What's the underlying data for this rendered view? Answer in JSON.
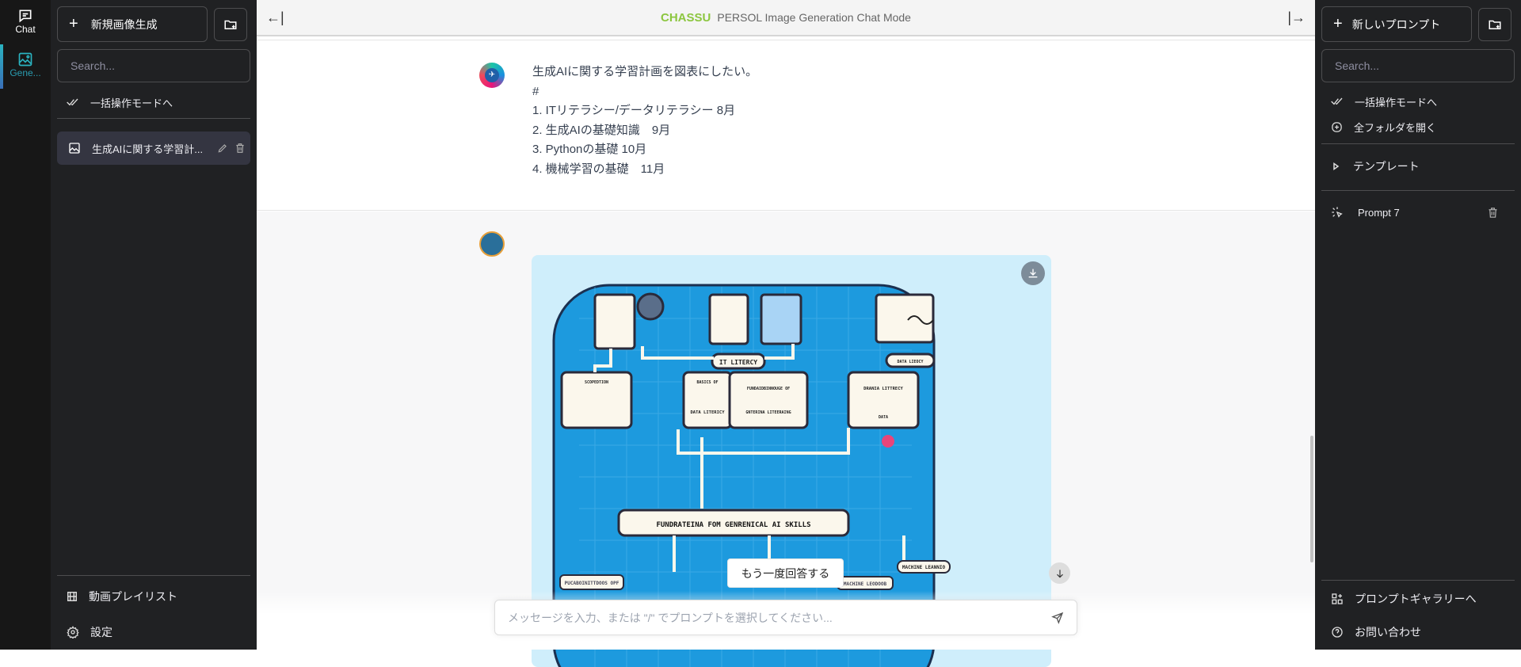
{
  "rail": {
    "items": [
      {
        "label": "Chat",
        "icon": "chat-icon"
      },
      {
        "label": "Gene...",
        "icon": "image-icon",
        "active": true
      }
    ]
  },
  "left_sidebar": {
    "new_button": "新規画像生成",
    "search_placeholder": "Search...",
    "bulk_mode": "一括操作モードへ",
    "conversations": [
      {
        "title": "生成AIに関する学習計..."
      }
    ],
    "footer": {
      "playlist": "動画プレイリスト",
      "settings": "設定"
    }
  },
  "header": {
    "brand": "CHASSU",
    "title": "PERSOL Image Generation Chat Mode"
  },
  "messages": {
    "user": {
      "lines": [
        "生成AIに関する学習計画を図表にしたい。",
        "#",
        "1. ITリテラシー/データリテラシー 8月",
        "2. 生成AIの基礎知識　9月",
        "3. Pythonの基礎 10月",
        "4. 機械学習の基礎　11月"
      ]
    },
    "assistant": {
      "image_labels": {
        "it": "IT LITERCY",
        "data": "DATA LIEOCY",
        "box1": "SCOPEDTION",
        "box2_top": "BASICS OF",
        "box2_bottom": "DATA LITERICY",
        "box3_top": "FUNDAIDBINNOUGE OF",
        "box3_bottom": "GNTERINA LITEERAING",
        "box4_top": "DRANIA LITTRECY",
        "box4_bottom": "DATA",
        "banner": "FUNDRATEINA FOM GENRENICAL AI SKILLS",
        "bottom1": "PUCABOINITTDOOS OPF",
        "bottom2": "MACHINE LEODOOB",
        "bottom3": "MACHINE LEANNIO"
      }
    }
  },
  "regenerate_label": "もう一度回答する",
  "input_placeholder": "メッセージを入力、または \"/\" でプロンプトを選択してください...",
  "right_sidebar": {
    "new_button": "新しいプロンプト",
    "search_placeholder": "Search...",
    "bulk_mode": "一括操作モードへ",
    "open_folders": "全フォルダを開く",
    "template_folder": "テンプレート",
    "prompts": [
      {
        "name": "Prompt 7"
      }
    ],
    "footer": {
      "gallery": "プロンプトギャラリーへ",
      "contact": "お問い合わせ"
    }
  },
  "colors": {
    "brand": "#8cc63f",
    "active_accent": "#2ab3c0",
    "sidebar_bg": "#202123",
    "rail_bg": "#171717"
  }
}
